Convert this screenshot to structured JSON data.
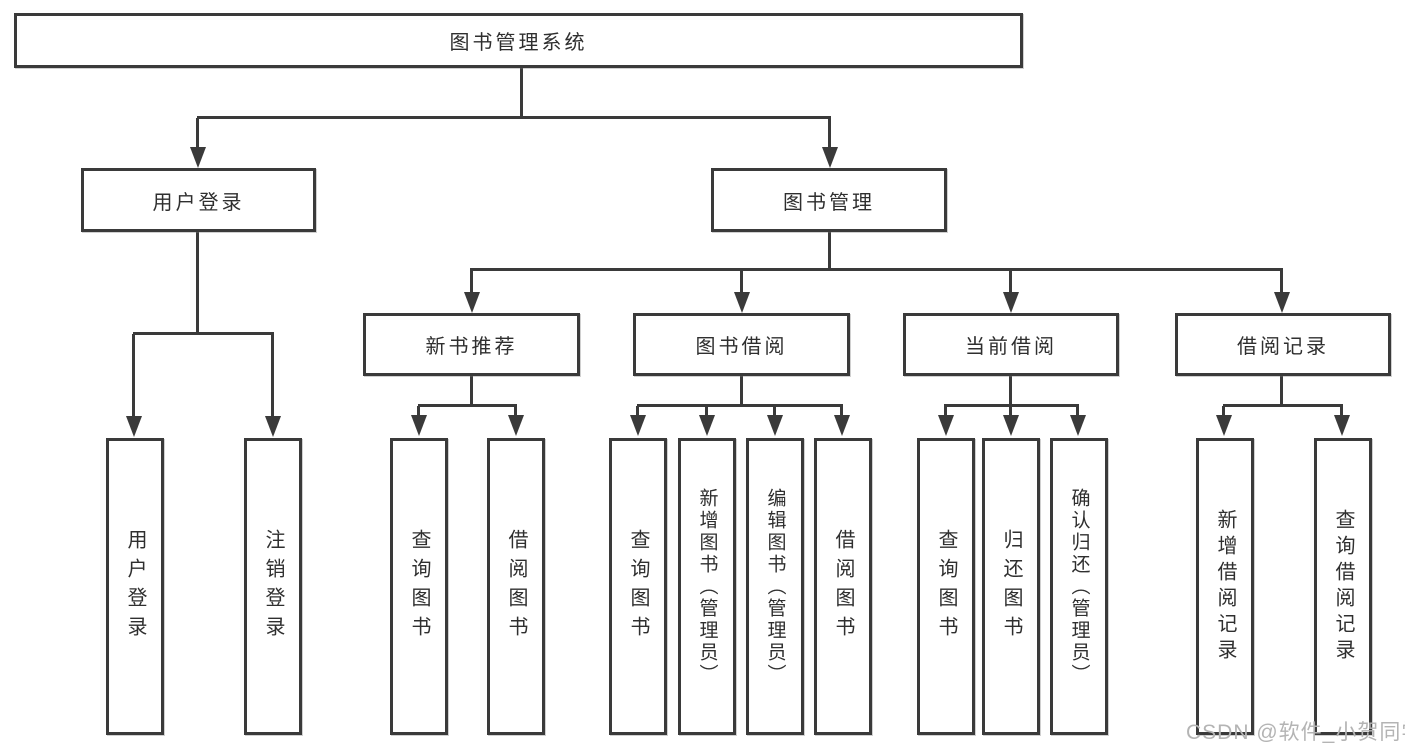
{
  "tree": {
    "label": "图书管理系统",
    "children": [
      {
        "label": "用户登录",
        "children": [
          {
            "label": "用户登录"
          },
          {
            "label": "注销登录"
          }
        ]
      },
      {
        "label": "图书管理",
        "children": [
          {
            "label": "新书推荐",
            "children": [
              {
                "label": "查询图书"
              },
              {
                "label": "借阅图书"
              }
            ]
          },
          {
            "label": "图书借阅",
            "children": [
              {
                "label": "查询图书"
              },
              {
                "label": "新增图书（管理员）"
              },
              {
                "label": "编辑图书（管理员）"
              },
              {
                "label": "借阅图书"
              }
            ]
          },
          {
            "label": "当前借阅",
            "children": [
              {
                "label": "查询图书"
              },
              {
                "label": "归还图书"
              },
              {
                "label": "确认归还（管理员）"
              }
            ]
          },
          {
            "label": "借阅记录",
            "children": [
              {
                "label": "新增借阅记录"
              },
              {
                "label": "查询借阅记录"
              }
            ]
          }
        ]
      }
    ]
  },
  "watermark": "CSDN @软件_小贺同学",
  "colors": {
    "line": "#3a3a3a",
    "text": "#2f2f2f",
    "watermark": "#b4b4b4",
    "background": "#ffffff"
  }
}
